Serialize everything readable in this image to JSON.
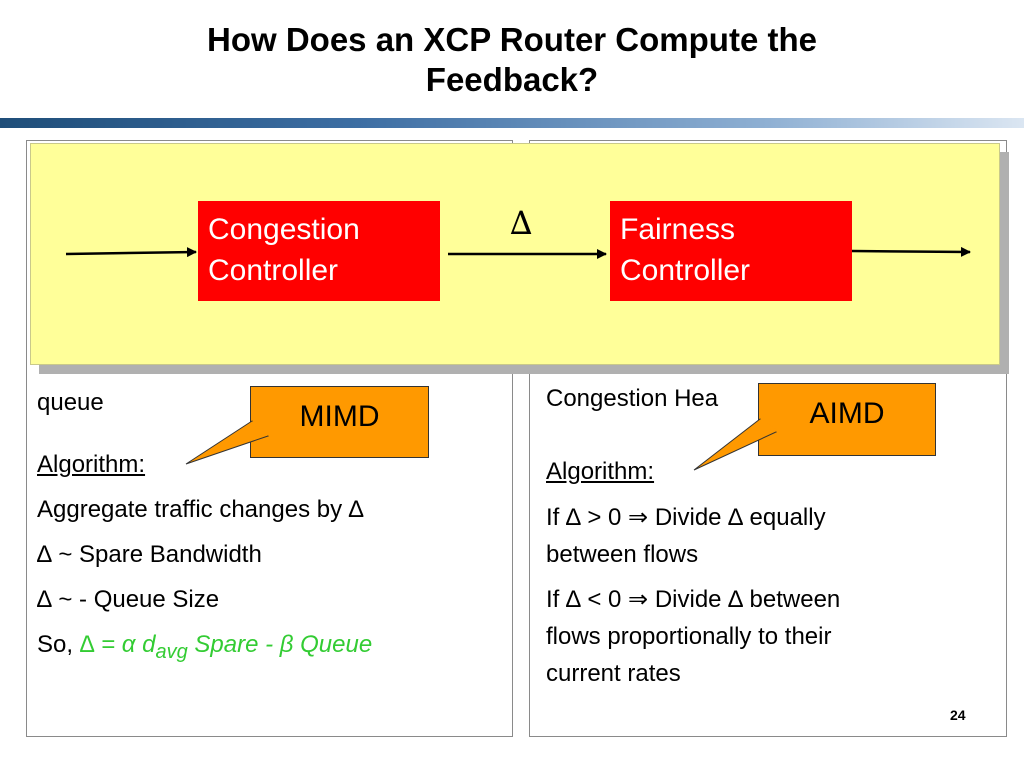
{
  "title": {
    "line1": "How Does an XCP Router Compute the",
    "line2": "Feedback?"
  },
  "diagram": {
    "congestion_controller": {
      "line1": "Congestion",
      "line2": "Controller"
    },
    "fairness_controller": {
      "line1": "Fairness",
      "line2": "Controller"
    },
    "delta_symbol": "∆"
  },
  "left_panel": {
    "partial_line": "queue",
    "callout": "MIMD",
    "algorithm_label": "Algorithm:",
    "line1": "Aggregate traffic changes by ∆",
    "line2": "∆ ~ Spare Bandwidth",
    "line3": "∆ ~ - Queue Size",
    "formula_prefix": "So, ",
    "formula_part1": "∆ = α d",
    "formula_sub": "avg",
    "formula_part2": " Spare - β Queue"
  },
  "right_panel": {
    "partial_line": "Congestion Hea",
    "callout": "AIMD",
    "algorithm_label": "Algorithm:",
    "rule1_line1": "If ∆ > 0 ⇒ Divide ∆ equally",
    "rule1_line2": "between flows",
    "rule2_line1": "If ∆ < 0 ⇒ Divide ∆ between",
    "rule2_line2": "flows proportionally to their",
    "rule2_line3": "current rates"
  },
  "page_number": "24",
  "colors": {
    "controller_box": "#ff0000",
    "callout": "#ff9900",
    "diagram_bg": "#ffff99",
    "formula": "#33cc33"
  }
}
